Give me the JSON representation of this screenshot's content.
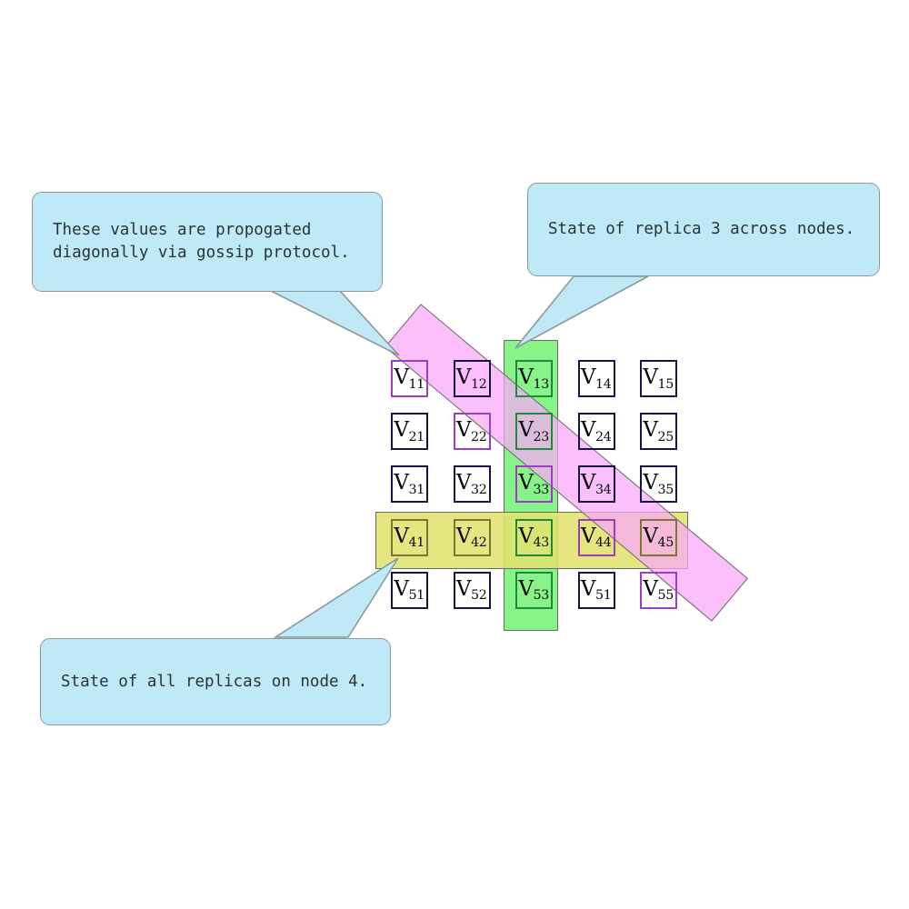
{
  "diagram": {
    "type": "replica-node-state-grid",
    "title_visible": false,
    "colors": {
      "callout_fill": "#bfe9f7",
      "callout_border": "#8a9a9a",
      "column_band": "#7ef27e",
      "row_band": "#e2e270",
      "diagonal_band": "#f9a7f9",
      "cell_border_default": "#151544",
      "cell_border_diagonal": "#9b3fc0",
      "cell_border_column": "#1f8a3d",
      "cell_border_row": "#7d7535",
      "band_outline": "#6a6a62"
    }
  },
  "callouts": [
    {
      "id": "diagonal",
      "text": "These values are propogated\ndiagonally via gossip protocol.",
      "points_to": "V11"
    },
    {
      "id": "replica3",
      "text": "State of replica 3 across nodes.",
      "points_to": "V13"
    },
    {
      "id": "node4",
      "text": "State of all replicas on node 4.",
      "points_to": "V41"
    }
  ],
  "grid": {
    "rows": 5,
    "cols": 5,
    "cells": [
      [
        {
          "v": "V",
          "sub": "11",
          "highlight": "diagonal"
        },
        {
          "v": "V",
          "sub": "12",
          "highlight": "none"
        },
        {
          "v": "V",
          "sub": "13",
          "highlight": "column"
        },
        {
          "v": "V",
          "sub": "14",
          "highlight": "none"
        },
        {
          "v": "V",
          "sub": "15",
          "highlight": "none"
        }
      ],
      [
        {
          "v": "V",
          "sub": "21",
          "highlight": "none"
        },
        {
          "v": "V",
          "sub": "22",
          "highlight": "diagonal"
        },
        {
          "v": "V",
          "sub": "23",
          "highlight": "column"
        },
        {
          "v": "V",
          "sub": "24",
          "highlight": "none"
        },
        {
          "v": "V",
          "sub": "25",
          "highlight": "none"
        }
      ],
      [
        {
          "v": "V",
          "sub": "31",
          "highlight": "none"
        },
        {
          "v": "V",
          "sub": "32",
          "highlight": "none"
        },
        {
          "v": "V",
          "sub": "33",
          "highlight": "diagonal"
        },
        {
          "v": "V",
          "sub": "34",
          "highlight": "none"
        },
        {
          "v": "V",
          "sub": "35",
          "highlight": "none"
        }
      ],
      [
        {
          "v": "V",
          "sub": "41",
          "highlight": "row"
        },
        {
          "v": "V",
          "sub": "42",
          "highlight": "row"
        },
        {
          "v": "V",
          "sub": "43",
          "highlight": "row-column"
        },
        {
          "v": "V",
          "sub": "44",
          "highlight": "row-diagonal"
        },
        {
          "v": "V",
          "sub": "45",
          "highlight": "row"
        }
      ],
      [
        {
          "v": "V",
          "sub": "51",
          "highlight": "none"
        },
        {
          "v": "V",
          "sub": "52",
          "highlight": "none"
        },
        {
          "v": "V",
          "sub": "53",
          "highlight": "column"
        },
        {
          "v": "V",
          "sub": "51",
          "highlight": "none"
        },
        {
          "v": "V",
          "sub": "55",
          "highlight": "diagonal"
        }
      ]
    ]
  }
}
